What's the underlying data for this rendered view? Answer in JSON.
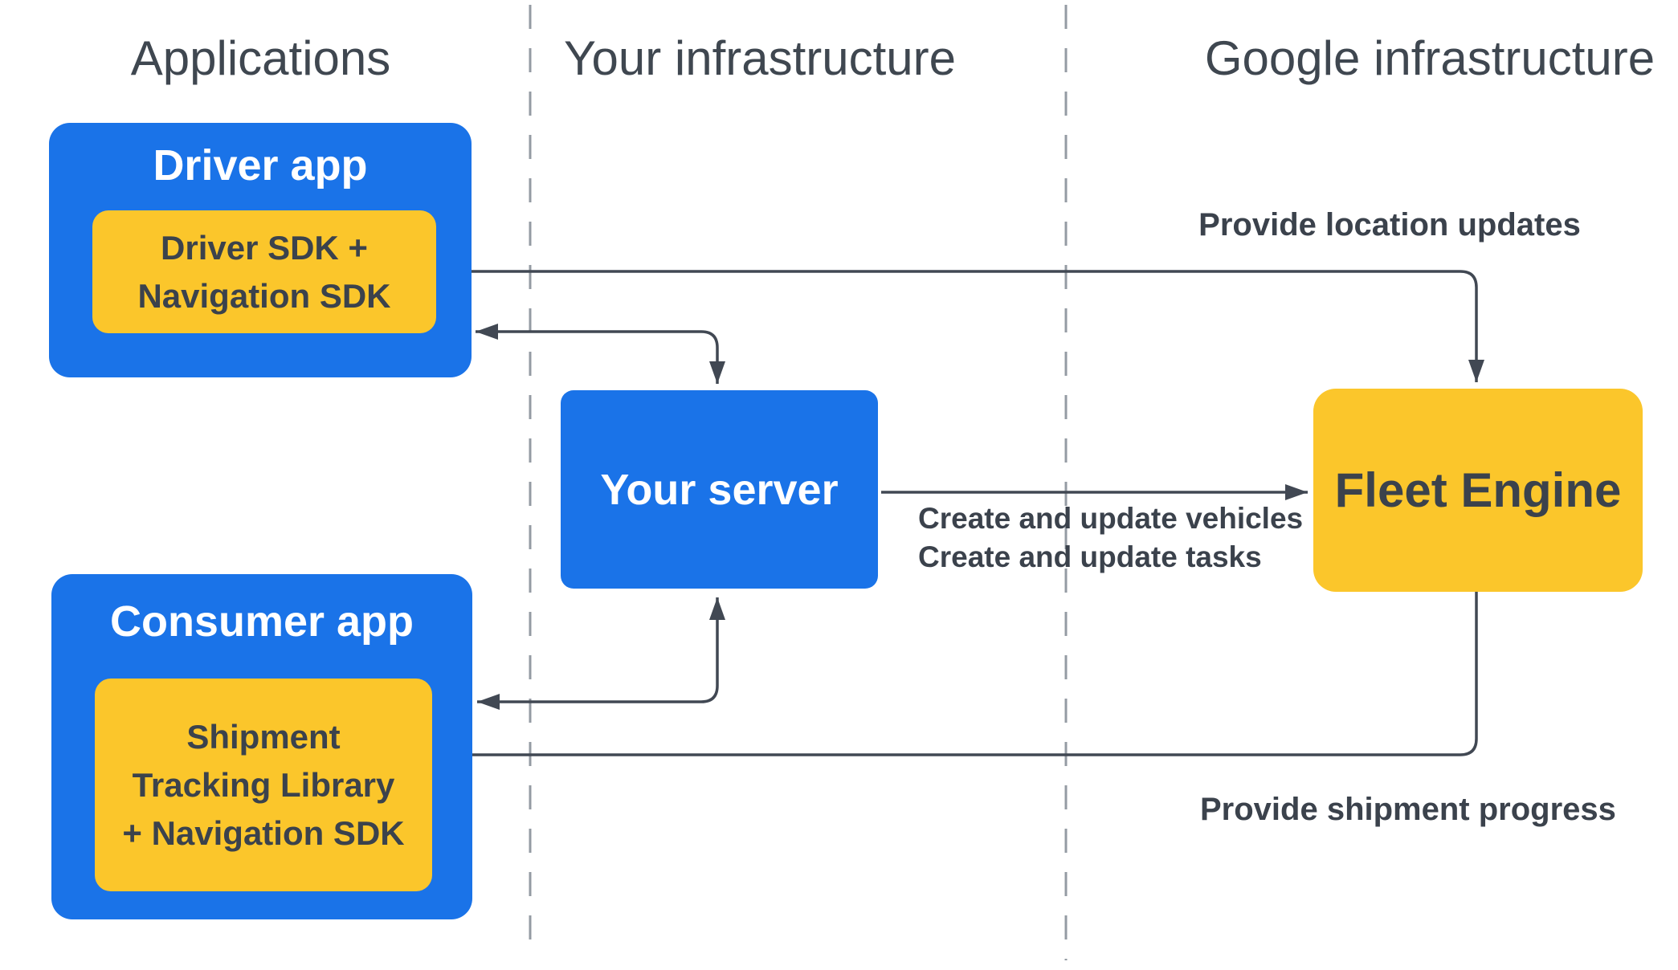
{
  "theme": {
    "blue": "#1A73E8",
    "yellow": "#FBC62B",
    "ink": "#3B424C",
    "header-ink": "#3F4750",
    "line": "#414853",
    "divider": "#949BA3",
    "bg": "#FFFFFF"
  },
  "columns": [
    {
      "label": "Applications"
    },
    {
      "label": "Your infrastructure"
    },
    {
      "label": "Google infrastructure"
    }
  ],
  "nodes": {
    "driver_app": {
      "title": "Driver app",
      "sdk_lines": [
        "Driver SDK +",
        "Navigation SDK"
      ]
    },
    "consumer_app": {
      "title": "Consumer app",
      "sdk_lines": [
        "Shipment",
        "Tracking Library",
        "+ Navigation SDK"
      ]
    },
    "your_server": {
      "title": "Your server"
    },
    "fleet_engine": {
      "title": "Fleet Engine"
    }
  },
  "edge_labels": {
    "location_updates": "Provide location updates",
    "create_update_lines": [
      "Create and update vehicles",
      "Create and update tasks"
    ],
    "shipment_progress": "Provide shipment progress"
  }
}
